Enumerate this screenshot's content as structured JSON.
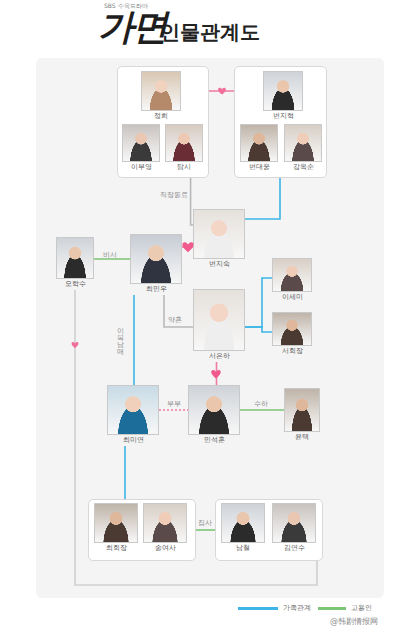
{
  "diagram": {
    "title": "가면",
    "nodes": [
      {
        "text": []
      },
      {
        "text": [
          "정희"
        ],
        "in": 0
      },
      {
        "text": [
          "이부영"
        ],
        "in": 0
      },
      {
        "text": [
          "탐시"
        ],
        "in": 0
      },
      {
        "text": []
      },
      {
        "text": [
          "변지혁"
        ],
        "in": 4
      },
      {
        "text": [
          "변대웅"
        ],
        "in": 4
      },
      {
        "text": [
          "강옥순"
        ],
        "in": 4
      },
      {
        "text": [
          "변지숙"
        ]
      },
      {
        "text": [
          "오학수"
        ]
      },
      {
        "text": [
          "최민우"
        ]
      },
      {
        "text": [
          "서은하"
        ]
      },
      {
        "text": [
          "이세미"
        ]
      },
      {
        "text": [
          "서회장"
        ]
      },
      {
        "text": [
          "최미연"
        ]
      },
      {
        "text": [
          "민석훈"
        ]
      },
      {
        "text": [
          "윤택"
        ]
      },
      {
        "text": []
      },
      {
        "text": [
          "최회장"
        ],
        "in": 17
      },
      {
        "text": [
          "송여사"
        ],
        "in": 17
      },
      {
        "text": []
      },
      {
        "text": [
          "남철"
        ],
        "in": 20
      },
      {
        "text": [
          "김연수"
        ],
        "in": 20
      }
    ],
    "edges": [
      {
        "from": 1,
        "to": 5,
        "arrow": "none"
      },
      {
        "from": 0,
        "to": 8,
        "label": "직장동료",
        "arrow": "none"
      },
      {
        "from": 4,
        "to": 8,
        "arrow": "none"
      },
      {
        "from": 9,
        "to": 10,
        "label": "비서",
        "arrow": "none"
      },
      {
        "from": 10,
        "to": 8,
        "arrow": "none"
      },
      {
        "from": 10,
        "to": 11,
        "label": "약혼",
        "arrow": "none"
      },
      {
        "from": 11,
        "to": 12,
        "arrow": "none"
      },
      {
        "from": 11,
        "to": 13,
        "arrow": "none"
      },
      {
        "from": 11,
        "to": 15,
        "arrow": "none"
      },
      {
        "from": 10,
        "to": 14,
        "label": "이복남매",
        "arrow": "none"
      },
      {
        "from": 14,
        "to": 15,
        "label": "부부",
        "arrow": "none"
      },
      {
        "from": 15,
        "to": 16,
        "label": "수하",
        "arrow": "none"
      },
      {
        "from": 14,
        "to": 17,
        "arrow": "none"
      },
      {
        "from": 17,
        "to": 20,
        "label": "집사",
        "arrow": "none"
      },
      {
        "from": 9,
        "to": 20,
        "arrow": "none"
      }
    ],
    "labels": [
      "SBS 수목드라마",
      "인물관계도",
      "@韩剧情报网"
    ],
    "legend": [
      {
        "text": "가족관계",
        "color": "#3db5e6"
      },
      {
        "text": "고용인",
        "color": "#7cc576"
      }
    ]
  }
}
